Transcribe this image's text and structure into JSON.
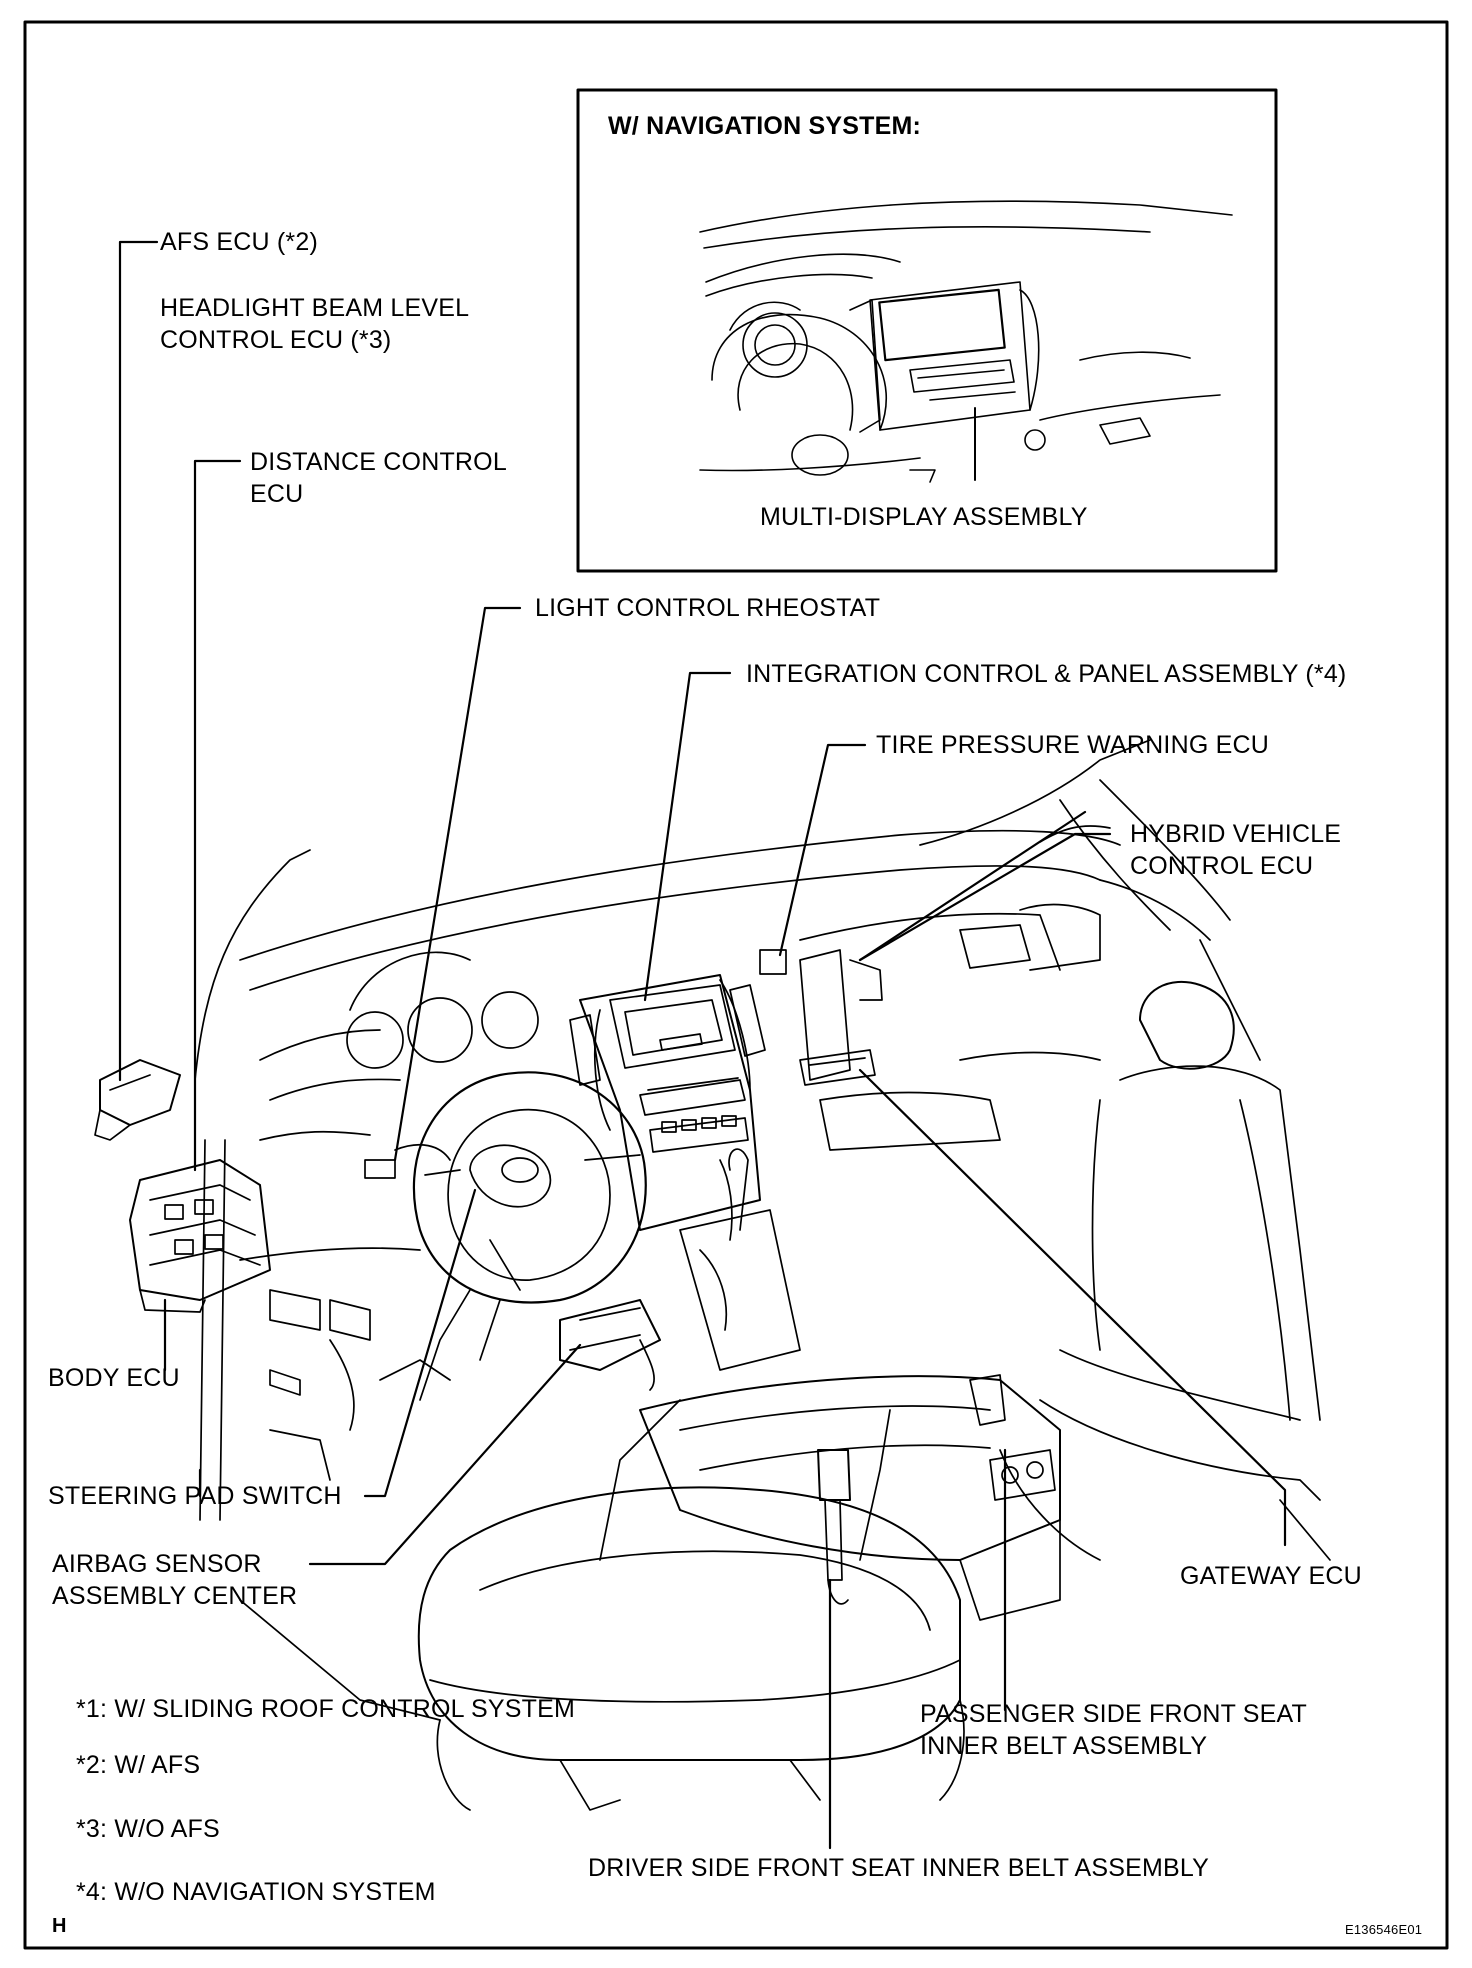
{
  "inset": {
    "title": "W/ NAVIGATION SYSTEM:",
    "label": "MULTI-DISPLAY ASSEMBLY"
  },
  "labels": {
    "afs_ecu": "AFS ECU (*2)",
    "headlight_line1": "HEADLIGHT BEAM LEVEL",
    "headlight_line2": "CONTROL ECU (*3)",
    "distance_line1": "DISTANCE CONTROL",
    "distance_line2": "ECU",
    "light_control": "LIGHT CONTROL RHEOSTAT",
    "integration": "INTEGRATION CONTROL & PANEL ASSEMBLY (*4)",
    "tire_pressure": "TIRE PRESSURE WARNING ECU",
    "hybrid_line1": "HYBRID VEHICLE",
    "hybrid_line2": "CONTROL ECU",
    "body_ecu": "BODY ECU",
    "steering_pad": "STEERING PAD SWITCH",
    "airbag_line1": "AIRBAG SENSOR",
    "airbag_line2": "ASSEMBLY CENTER",
    "gateway": "GATEWAY ECU",
    "passenger_line1": "PASSENGER SIDE FRONT SEAT",
    "passenger_line2": "INNER BELT ASSEMBLY",
    "driver_belt": "DRIVER SIDE FRONT SEAT INNER BELT ASSEMBLY"
  },
  "notes": [
    "*1: W/ SLIDING ROOF CONTROL SYSTEM",
    "*2: W/ AFS",
    "*3: W/O AFS",
    "*4: W/O NAVIGATION SYSTEM"
  ],
  "corner_letter": "H",
  "figure_code": "E136546E01"
}
